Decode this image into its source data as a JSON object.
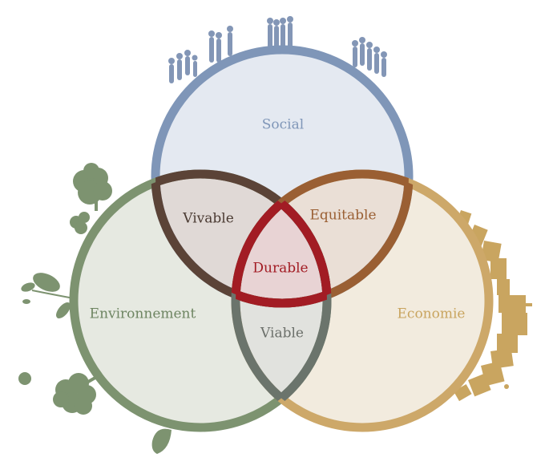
{
  "diagram": {
    "circles": {
      "social": {
        "label": "Social",
        "ring_color": "#7f96b8",
        "fill_color": "#e4e9f1",
        "text_color": "#7f96b8"
      },
      "environment": {
        "label": "Environnement",
        "ring_color": "#7d9370",
        "fill_color": "#e6e9e1",
        "text_color": "#6e8562"
      },
      "economy": {
        "label": "Economie",
        "ring_color": "#cda869",
        "fill_color": "#f2ebde",
        "text_color": "#c9a560"
      }
    },
    "intersections": {
      "social_environment": {
        "label": "Vivable",
        "ring_color": "#5b4337",
        "fill_color": "#e0d9d6",
        "text_color": "#4a3a32"
      },
      "social_economy": {
        "label": "Equitable",
        "ring_color": "#9a5f33",
        "fill_color": "#eadfd6",
        "text_color": "#9a5f33"
      },
      "environment_economy": {
        "label": "Viable",
        "ring_color": "#6b746c",
        "fill_color": "#e1e2de",
        "text_color": "#6b6f6a"
      },
      "center": {
        "label": "Durable",
        "ring_color": "#a21c24",
        "fill_color": "#e8d3d4",
        "text_color": "#a21c24"
      }
    },
    "decorations": {
      "people_color": "#8396b6",
      "nature_color": "#7d9370",
      "city_color": "#c9a560"
    }
  }
}
